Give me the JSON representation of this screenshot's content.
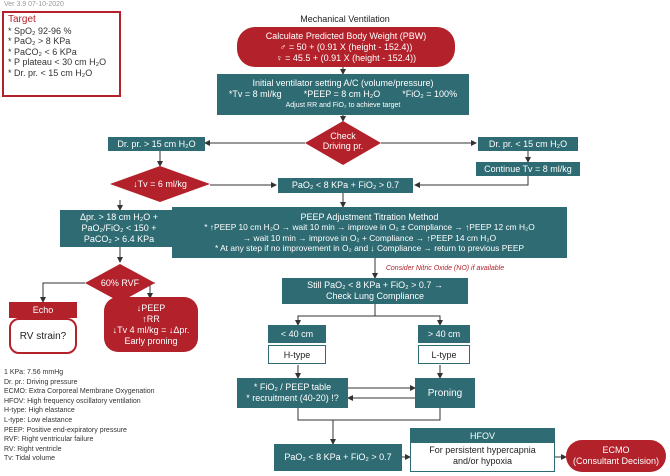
{
  "version": "Ver 3.9 07-10-2020",
  "title": "Mechanical Ventilation",
  "target": {
    "heading": "Target",
    "items": [
      "* SpO₂ 92-96 %",
      "* PaO₂ > 8 KPa",
      "* PaCO₂ < 6 KPa",
      "* P plateau < 30 cm H₂O",
      "* Dr. pr. < 15 cm H₂O"
    ]
  },
  "pbw": {
    "line1": "Calculate Predicted Body Weight (PBW)",
    "line2": "♂ = 50 + (0.91 X (height - 152.4))",
    "line3": "♀ = 45.5 + (0.91 X (height - 152.4))"
  },
  "initial": {
    "line1": "Initial ventilator setting A/C (volume/pressure)",
    "tv": "*Tv = 8 ml/kg",
    "peep": "*PEEP = 8 cm H₂O",
    "fio2": "*FiO₂ = 100%",
    "line3": "Adjust RR and FiO₂ to achieve target"
  },
  "check": {
    "line1": "Check",
    "line2": "Driving pr."
  },
  "drpr_high": "Dr. pr. > 15 cm H₂O",
  "drpr_low": "Dr. pr. < 15 cm H₂O",
  "continue_tv": "Continue Tv = 8 ml/kg",
  "lower_tv": "↓Tv = 6 ml/kg",
  "pao2_1": "PaO₂ < 8 KPa + FiO₂ > 0.7",
  "criteria": {
    "line1": "Δpr. > 18 cm H₂O +",
    "line2": "PaO₂/FiO₂ < 150 +",
    "line3": "PaCO₂ > 6.4 KPa"
  },
  "peep_titration": {
    "title": "PEEP Adjustment Titration Method",
    "line1": "* ↑PEEP 10 cm H₂O → wait 10 min → improve in O₂ ± Compliance → ↑PEEP 12 cm H₂O",
    "line2": "→ wait 10 min → improve in O₂ + Compliance → ↑PEEP 14 cm H₂O",
    "line3": "* At any step if no improvement in O₂ and ↓ Compliance → return to previous PEEP"
  },
  "nitric": "Consider Nitric Oxide (NO) if available",
  "rvf": "60% RVF",
  "echo": "Echo",
  "rv_strain": "RV strain?",
  "rv_mgmt": {
    "line1": "↓PEEP",
    "line2": "↑RR",
    "line3": "↓Tv 4 ml/kg = ↓Δpr.",
    "line4": "Early proning"
  },
  "still": {
    "line1": "Still PaO₂ < 8 KPa + FiO₂ > 0.7 →",
    "line2": "Check Lung Compliance"
  },
  "h_type": {
    "value": "< 40 cm",
    "label": "H-type"
  },
  "l_type": {
    "value": "> 40 cm",
    "label": "L-type"
  },
  "fio2_peep": {
    "line1": "* FiO₂ / PEEP table",
    "line2": "* recruitment (40-20) !?"
  },
  "proning": "Proning",
  "pao2_2": "PaO₂ < 8 KPa + FiO₂ > 0.7",
  "hfov": {
    "title": "HFOV",
    "line1": "For persistent hypercapnia",
    "line2": "and/or hypoxia"
  },
  "ecmo": {
    "line1": "ECMO",
    "line2": "(Consultant Decision)"
  },
  "legend": [
    "1 KPa: 7.56 mmHg",
    "Dr. pr.: Driving pressure",
    "ECMO: Extra Corporeal Membrane Oxygenation",
    "HFOV: High frequency oscillatory ventilation",
    "H-type: High elastance",
    "L-type: Low elastance",
    "PEEP: Positive end-expiratory pressure",
    "RVF: Right ventricular failure",
    "RV: Right ventricle",
    "Tv: Tidal volume"
  ],
  "colors": {
    "red": "#b3212a",
    "teal": "#2e6b73"
  }
}
